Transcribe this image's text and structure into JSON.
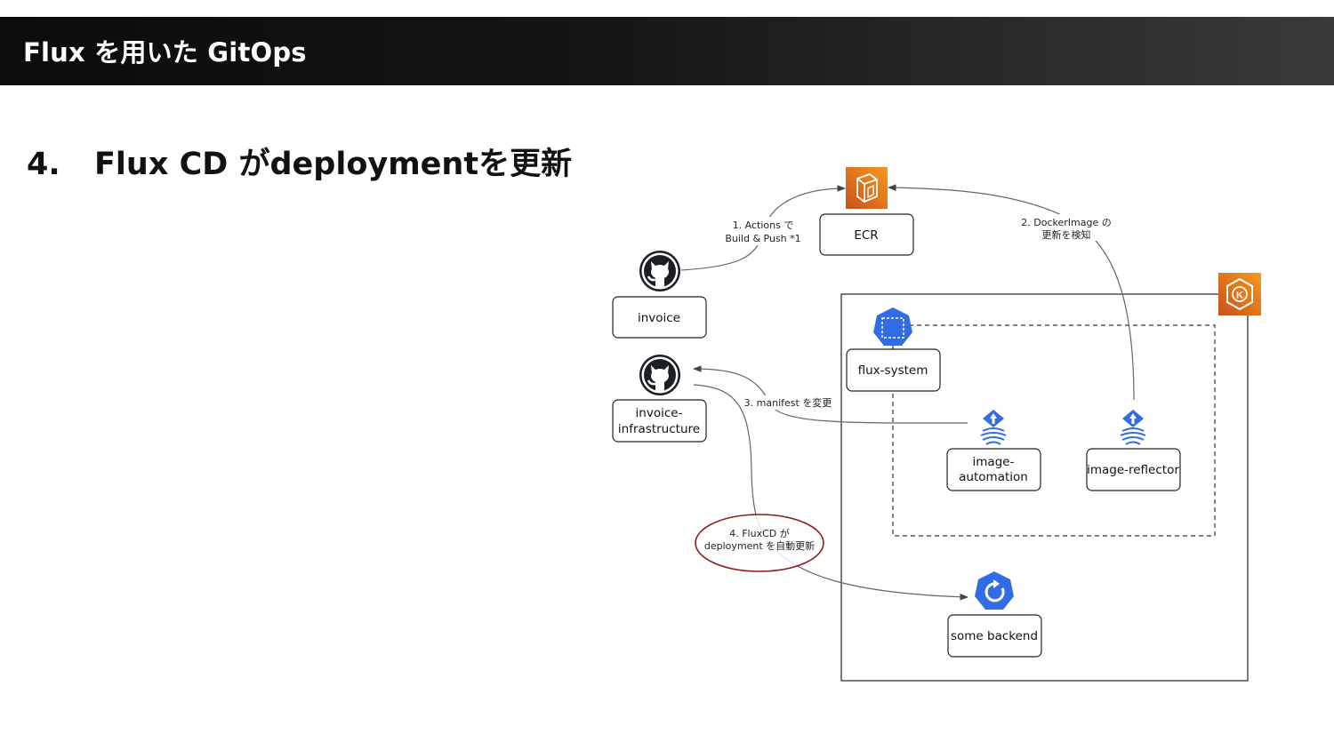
{
  "header": {
    "title": "Flux を用いた GitOps"
  },
  "section": {
    "number": "4.",
    "heading": "Flux CD がdeploymentを更新"
  },
  "diagram": {
    "nodes": {
      "ecr": "ECR",
      "invoice": "invoice",
      "invoice_infra_line1": "invoice-",
      "invoice_infra_line2": "infrastructure",
      "flux_system": "flux-system",
      "image_automation_line1": "image-",
      "image_automation_line2": "automation",
      "image_reflector": "image-reflector",
      "some_backend": "some backend"
    },
    "icons": {
      "ecr": "aws-ecr-icon",
      "eks": "aws-eks-icon",
      "github": "github-octocat-icon",
      "flux_system": "kubernetes-namespace-icon",
      "flux_controller": "flux-icon",
      "deployment": "kubernetes-deployment-icon"
    },
    "edges": {
      "e1_line1": "1. Actions で",
      "e1_line2": "Build & Push *1",
      "e2_line1": "2. DockerImage の",
      "e2_line2": "更新を検知",
      "e3": "3. manifest を変更",
      "e4_line1": "4. FluxCD が",
      "e4_line2": "deployment を自動更新"
    },
    "colors": {
      "aws_orange": "#E7781C",
      "k8s_blue": "#326CE5",
      "highlight_ring": "#8B1A1A"
    }
  }
}
